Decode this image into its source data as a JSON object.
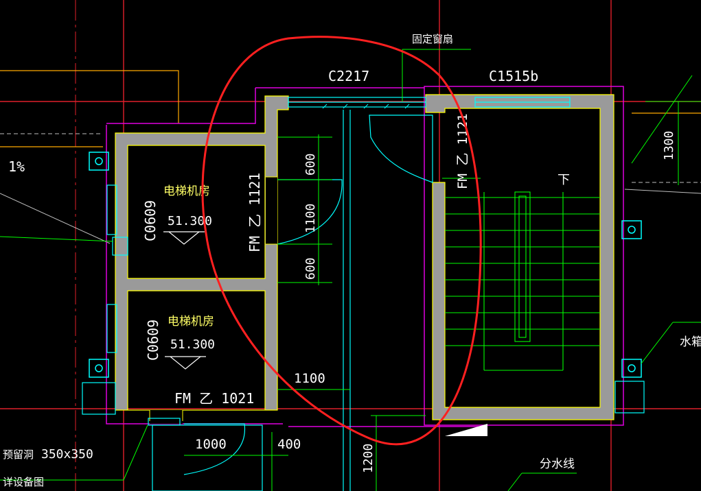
{
  "drawing": {
    "labels": {
      "window_c2217": "C2217",
      "window_c1515b": "C1515b",
      "fixed_sash": "固定窗扇",
      "slope": "1%",
      "elevator_room_upper": "电梯机房",
      "elevator_room_lower": "电梯机房",
      "window_c0609_upper": "C0609",
      "window_c0609_lower": "C0609",
      "elev_upper": "51.300",
      "elev_lower": "51.300",
      "door_fm_1121_left": "FM 乙 1121",
      "door_fm_1121_right": "FM 乙 1121",
      "door_fm_1021": "FM 乙 1021",
      "dim_600_top": "600",
      "dim_1100_mid": "1100",
      "dim_600_bottom": "600",
      "dim_1100_bottom": "1100",
      "dim_1000": "1000",
      "dim_400": "400",
      "dim_1200": "1200",
      "dim_1300": "1300",
      "stair_down": "下",
      "water_tank": "水箱",
      "reserved_hole": "预留洞",
      "reserved_hole_size": "350x350",
      "equipment_note": "详设备图",
      "water_divide": "分水线"
    },
    "colors": {
      "background": "#000000",
      "wall_fill": "#9a9a9a",
      "wall_outline": "#ffff00",
      "grid_line": "#e0202a",
      "magenta": "#e000e0",
      "stair": "#00ff00",
      "cyan": "#00ffff",
      "text_white": "#ffffff",
      "text_yellow": "#ffff66",
      "annotation_circle": "#ff2020",
      "orange": "#ffaa00"
    }
  }
}
